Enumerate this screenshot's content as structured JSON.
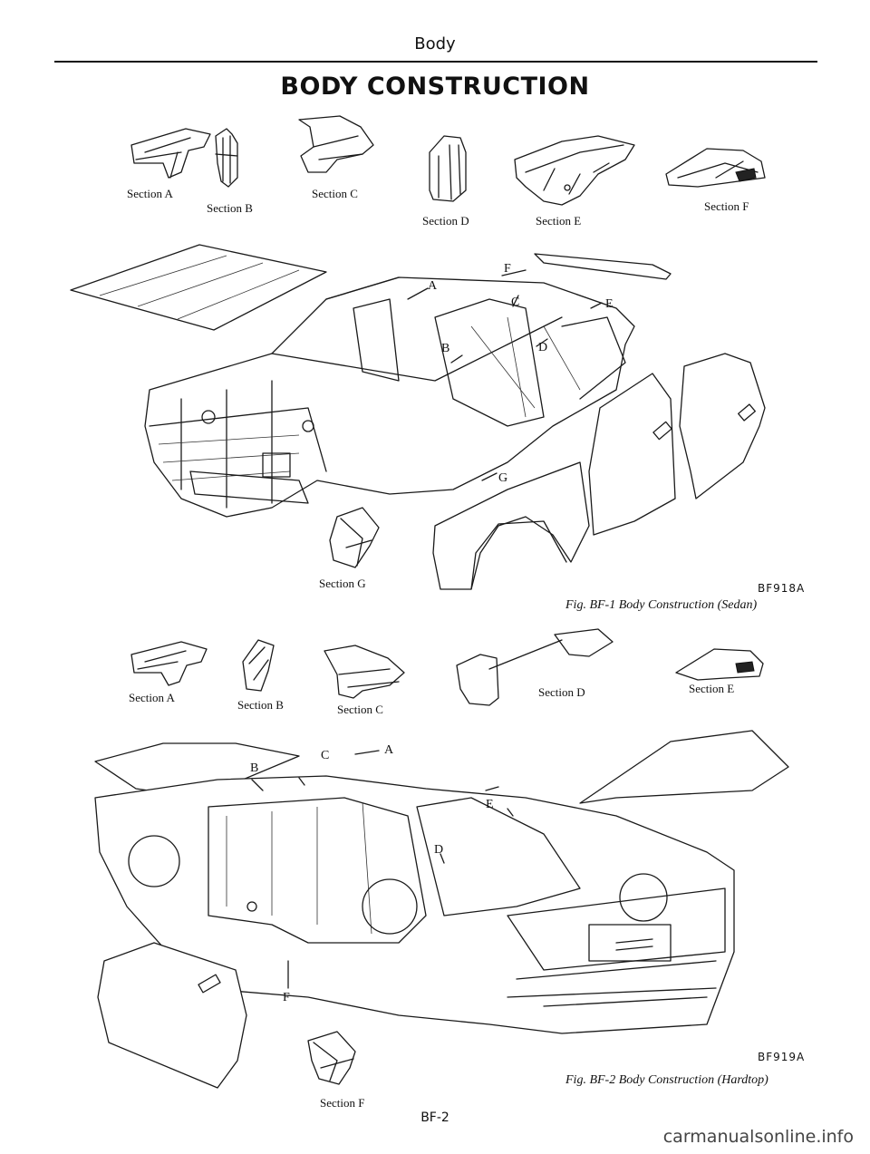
{
  "header": {
    "running_title": "Body",
    "title": "BODY CONSTRUCTION"
  },
  "fig1": {
    "sections": [
      "Section A",
      "Section B",
      "Section C",
      "Section D",
      "Section E",
      "Section F",
      "Section G"
    ],
    "callouts": [
      "A",
      "B",
      "C",
      "D",
      "E",
      "F",
      "G"
    ],
    "code": "BF918A",
    "caption": "Fig. BF-1 Body Construction (Sedan)"
  },
  "fig2": {
    "sections": [
      "Section A",
      "Section B",
      "Section C",
      "Section D",
      "Section E",
      "Section F"
    ],
    "callouts": [
      "A",
      "B",
      "C",
      "D",
      "E",
      "F"
    ],
    "code": "BF919A",
    "caption": "Fig. BF-2 Body Construction (Hardtop)"
  },
  "page_number": "BF-2",
  "footer": "carmanualsonline.info",
  "colors": {
    "ink": "#111111",
    "paper": "#ffffff",
    "watermark": "#444444"
  },
  "icons": [
    "section-a-icon",
    "section-b-icon",
    "section-c-icon",
    "section-d-icon",
    "section-e-icon",
    "section-f-icon",
    "section-g-icon",
    "sedan-body-icon",
    "hardtop-body-icon"
  ]
}
